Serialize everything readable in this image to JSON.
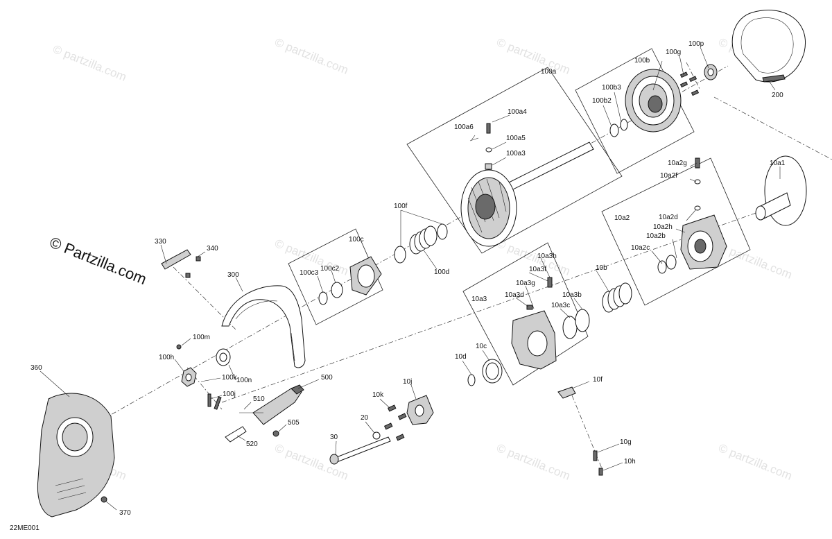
{
  "diagram_code": "22ME001",
  "watermark_text": "© Partzilla.com",
  "watermark_faint": "© partzilla.com",
  "labels": {
    "l100a": "100a",
    "l100b": "100b",
    "l100g": "100g",
    "l100p": "100p",
    "l200": "200",
    "l100b3": "100b3",
    "l100b2": "100b2",
    "l100a4": "100a4",
    "l100a6": "100a6",
    "l100a5": "100a5",
    "l100a3": "100a3",
    "l10a1": "10a1",
    "l10a2g": "10a2g",
    "l10a2f": "10a2f",
    "l10a2": "10a2",
    "l10a2d": "10a2d",
    "l10a2h": "10a2h",
    "l10a2b": "10a2b",
    "l10a2c": "10a2c",
    "l100f": "100f",
    "l100c": "100c",
    "l100d": "100d",
    "l100c3": "100c3",
    "l100c2": "100c2",
    "l330": "330",
    "l340": "340",
    "l300": "300",
    "l10a3h": "10a3h",
    "l10a3f": "10a3f",
    "l10a3g": "10a3g",
    "l10a3d": "10a3d",
    "l10a3": "10a3",
    "l10a3c": "10a3c",
    "l10a3b": "10a3b",
    "l10b": "10b",
    "l100m": "100m",
    "l100h": "100h",
    "l100k": "100k",
    "l100n": "100n",
    "l100j": "100j",
    "l500": "500",
    "l510": "510",
    "l505": "505",
    "l520": "520",
    "l360": "360",
    "l370": "370",
    "l10d": "10d",
    "l10c": "10c",
    "l10j": "10j",
    "l10k": "10k",
    "l20": "20",
    "l30": "30",
    "l10f": "10f",
    "l10g": "10g",
    "l10h": "10h"
  }
}
